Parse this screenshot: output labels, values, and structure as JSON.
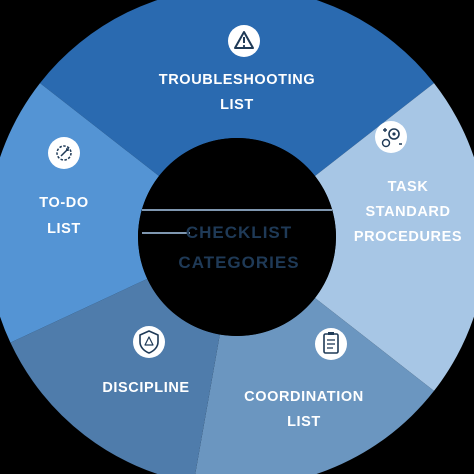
{
  "center": {
    "line1": "CHECKLIST",
    "line2": "CATEGORIES"
  },
  "segments": [
    {
      "id": "troubleshooting",
      "lines": [
        "TROUBLESHOOTING",
        "LIST"
      ],
      "color": "#2a6ab0",
      "icon": "warning-triangle-icon"
    },
    {
      "id": "task-standard-procedures",
      "lines": [
        "TASK",
        "STANDARD",
        "PROCEDURES"
      ],
      "color": "#a7c6e5",
      "icon": "gears-process-icon"
    },
    {
      "id": "coordination",
      "lines": [
        "COORDINATION",
        "LIST"
      ],
      "color": "#6b96c0",
      "icon": "clipboard-document-icon"
    },
    {
      "id": "discipline",
      "lines": [
        "DISCIPLINE"
      ],
      "color": "#4f7cab",
      "icon": "shield-warning-icon"
    },
    {
      "id": "to-do",
      "lines": [
        "TO-DO",
        "LIST"
      ],
      "color": "#5494d4",
      "icon": "rocket-gear-icon"
    }
  ]
}
